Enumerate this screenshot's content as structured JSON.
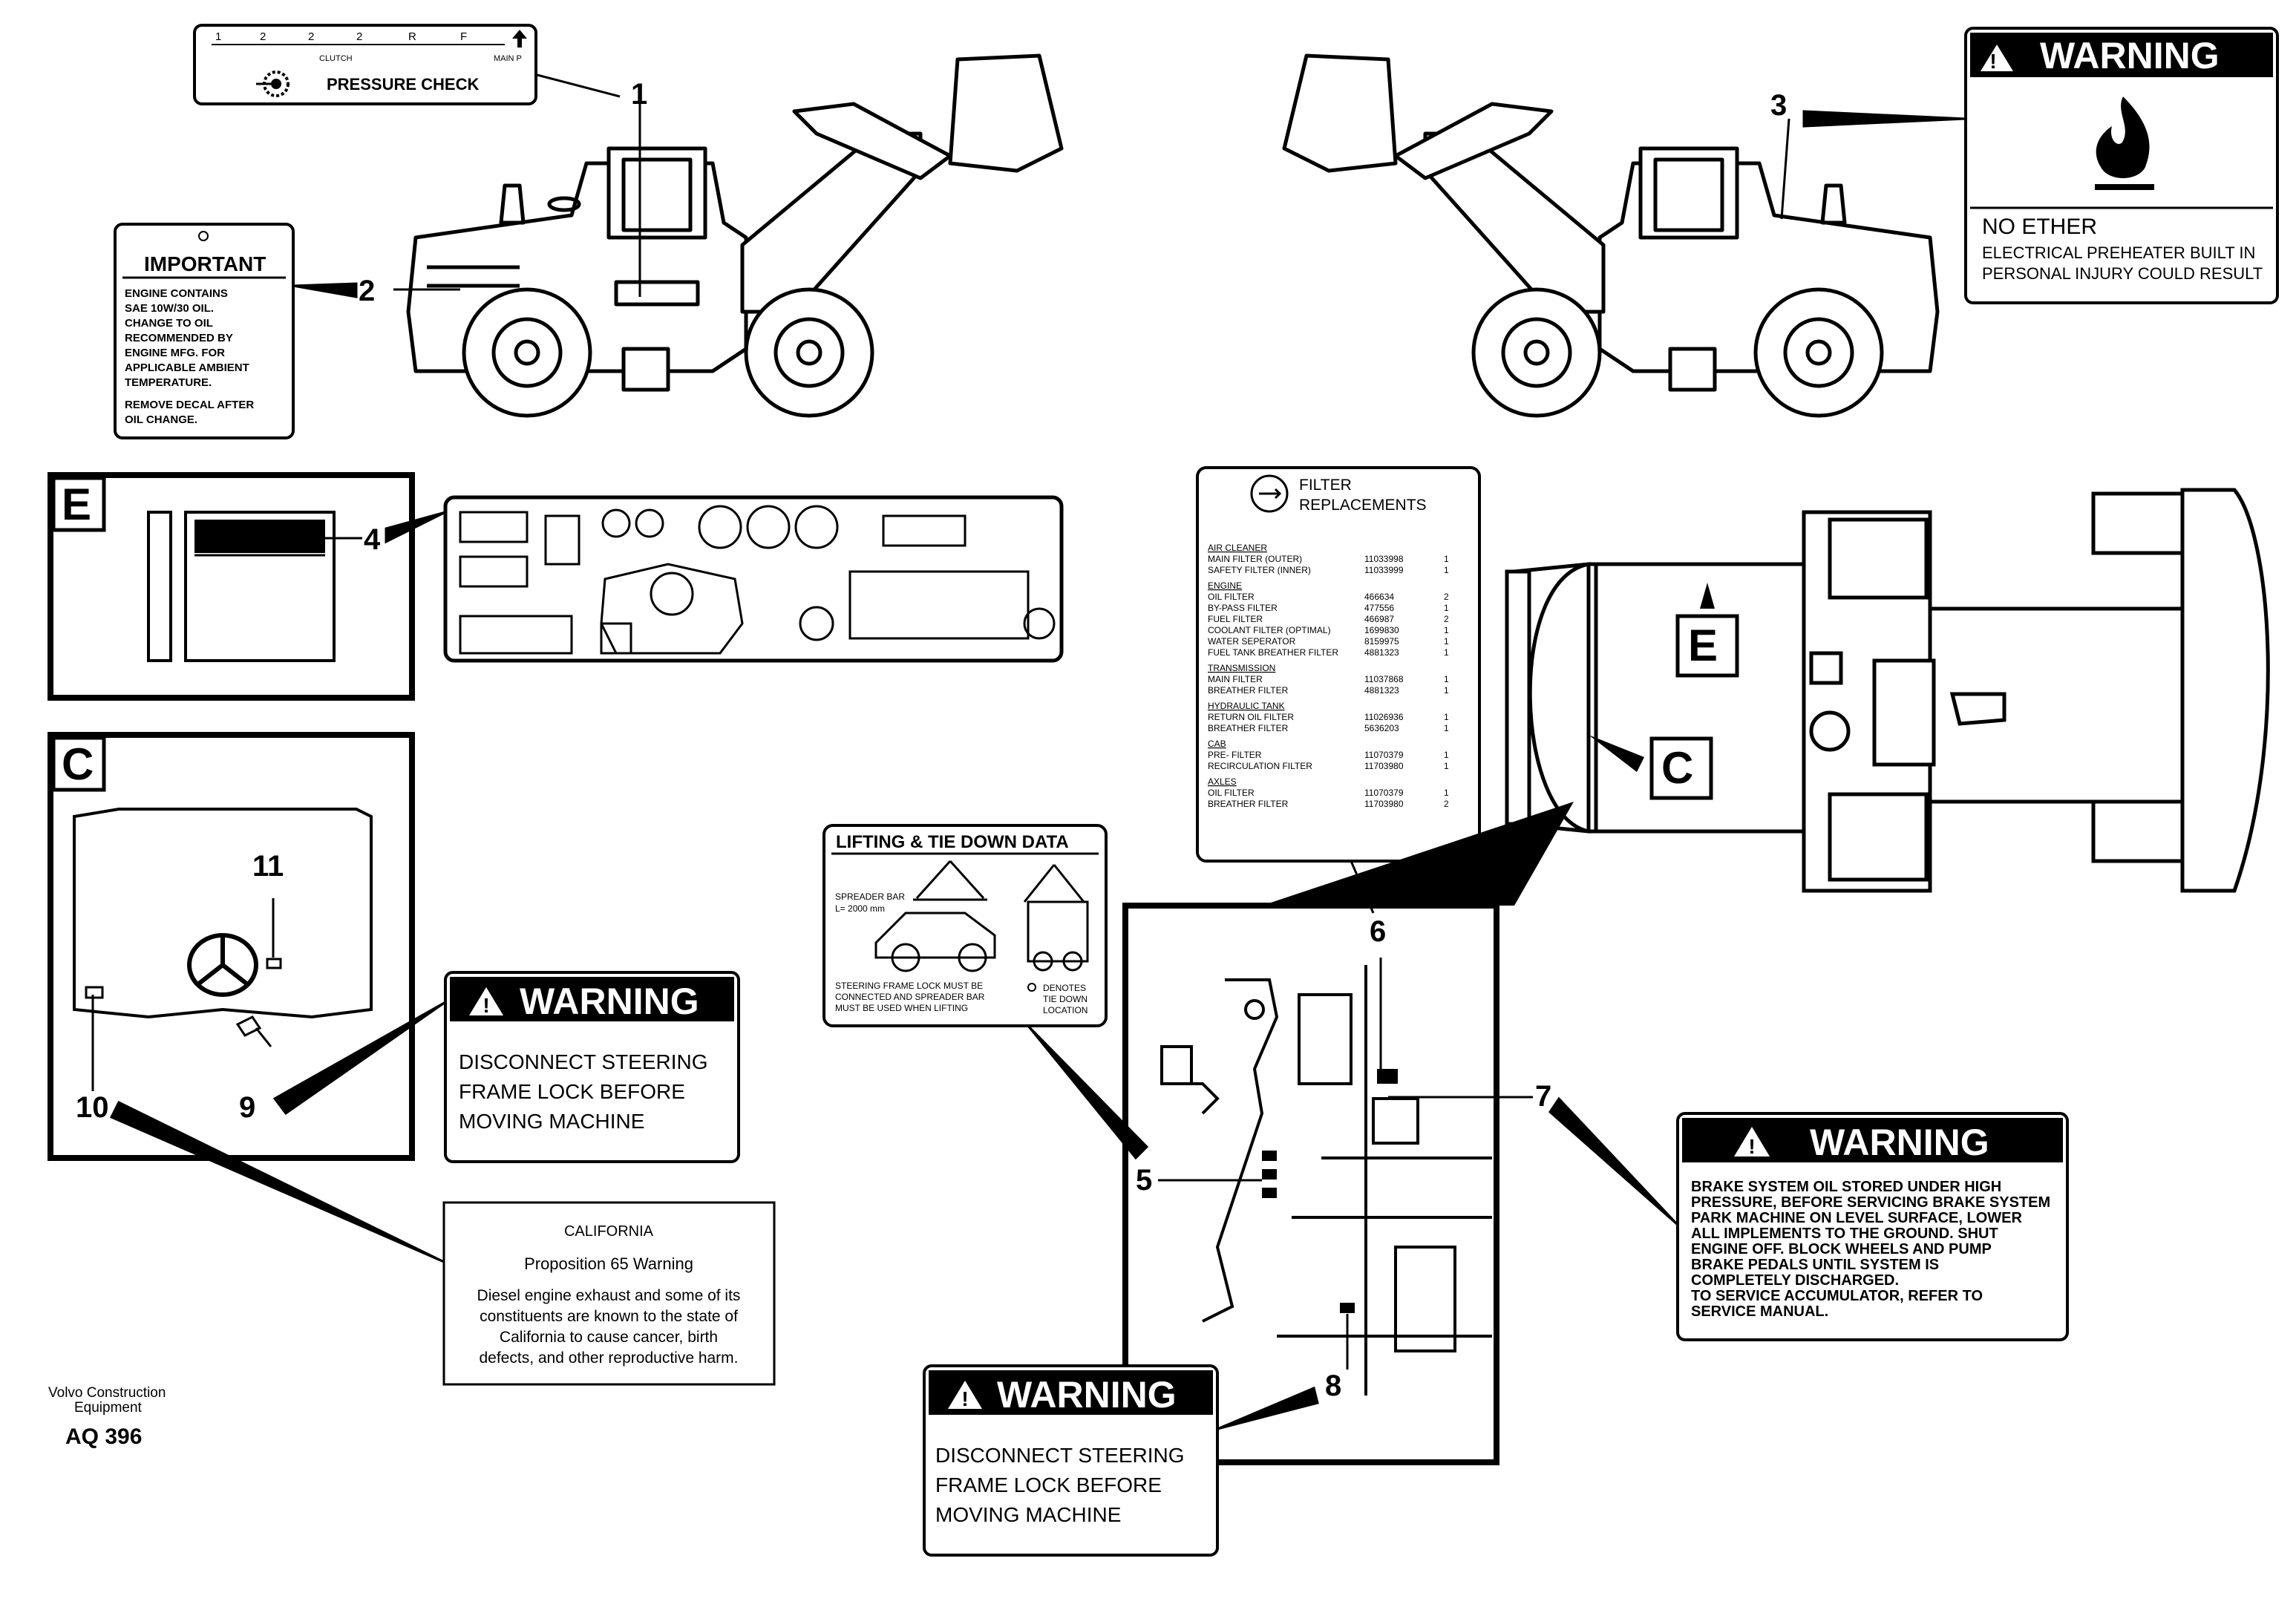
{
  "pressure_decal": {
    "scale": [
      "1",
      "2",
      "2",
      "2",
      "R",
      "F"
    ],
    "clutch": "CLUTCH",
    "main_p": "MAIN P",
    "title": "PRESSURE CHECK"
  },
  "important_decal": {
    "title": "IMPORTANT",
    "lines": [
      "ENGINE CONTAINS",
      "SAE 10W/30 OIL.",
      "CHANGE TO OIL",
      "RECOMMENDED BY",
      "ENGINE MFG. FOR",
      "APPLICABLE AMBIENT",
      "TEMPERATURE.",
      "REMOVE DECAL AFTER",
      "OIL CHANGE."
    ]
  },
  "warning_ether": {
    "title": "WARNING",
    "line1": "NO ETHER",
    "line2": "ELECTRICAL PREHEATER BUILT IN",
    "line3": "PERSONAL INJURY COULD RESULT"
  },
  "filter_decal": {
    "title1": "FILTER",
    "title2": "REPLACEMENTS",
    "rows": [
      {
        "name": "AIR CLEANER",
        "part": "",
        "qty": "",
        "heading": true
      },
      {
        "name": "MAIN FILTER (OUTER)",
        "part": "11033998",
        "qty": "1"
      },
      {
        "name": "SAFETY FILTER (INNER)",
        "part": "11033999",
        "qty": "1"
      },
      {
        "name": "ENGINE",
        "part": "",
        "qty": "",
        "heading": true
      },
      {
        "name": "OIL FILTER",
        "part": "466634",
        "qty": "2"
      },
      {
        "name": "BY-PASS FILTER",
        "part": "477556",
        "qty": "1"
      },
      {
        "name": "FUEL FILTER",
        "part": "466987",
        "qty": "2"
      },
      {
        "name": "COOLANT FILTER (OPTIMAL)",
        "part": "1699830",
        "qty": "1"
      },
      {
        "name": "WATER SEPERATOR",
        "part": "8159975",
        "qty": "1"
      },
      {
        "name": "FUEL TANK BREATHER FILTER",
        "part": "4881323",
        "qty": "1"
      },
      {
        "name": "TRANSMISSION",
        "part": "",
        "qty": "",
        "heading": true
      },
      {
        "name": "MAIN FILTER",
        "part": "11037868",
        "qty": "1"
      },
      {
        "name": "BREATHER FILTER",
        "part": "4881323",
        "qty": "1"
      },
      {
        "name": "HYDRAULIC TANK",
        "part": "",
        "qty": "",
        "heading": true
      },
      {
        "name": "RETURN OIL FILTER",
        "part": "11026936",
        "qty": "1"
      },
      {
        "name": "BREATHER FILTER",
        "part": "5636203",
        "qty": "1"
      },
      {
        "name": "CAB",
        "part": "",
        "qty": "",
        "heading": true
      },
      {
        "name": "PRE- FILTER",
        "part": "11070379",
        "qty": "1"
      },
      {
        "name": "RECIRCULATION FILTER",
        "part": "11703980",
        "qty": "1"
      },
      {
        "name": "AXLES",
        "part": "",
        "qty": "",
        "heading": true
      },
      {
        "name": "OIL FILTER",
        "part": "11070379",
        "qty": "1"
      },
      {
        "name": "BREATHER FILTER",
        "part": "11703980",
        "qty": "2"
      }
    ]
  },
  "lifting_decal": {
    "title": "LIFTING & TIE DOWN DATA",
    "spreader1": "SPREADER BAR",
    "spreader2": "L= 2000 mm",
    "note1": "STEERING FRAME LOCK MUST BE",
    "note2": "CONNECTED AND SPREADER BAR",
    "note3": "MUST BE USED WHEN LIFTING",
    "denotes1": "DENOTES",
    "denotes2": "TIE DOWN",
    "denotes3": "LOCATION"
  },
  "warning_steer_left": {
    "title": "WARNING",
    "line1": "DISCONNECT STEERING",
    "line2": "FRAME LOCK BEFORE",
    "line3": "MOVING MACHINE"
  },
  "warning_steer_bottom": {
    "title": "WARNING",
    "line1": "DISCONNECT STEERING",
    "line2": "FRAME LOCK BEFORE",
    "line3": "MOVING MACHINE"
  },
  "warning_brake": {
    "title": "WARNING",
    "lines": [
      "BRAKE SYSTEM OIL STORED UNDER HIGH",
      "PRESSURE, BEFORE SERVICING BRAKE SYSTEM",
      "PARK MACHINE ON LEVEL SURFACE, LOWER",
      "ALL IMPLEMENTS TO THE GROUND. SHUT",
      "ENGINE OFF. BLOCK WHEELS AND PUMP",
      "BRAKE PEDALS UNTIL SYSTEM IS",
      "COMPLETELY DISCHARGED.",
      "TO SERVICE ACCUMULATOR, REFER TO",
      "SERVICE MANUAL."
    ]
  },
  "california_decal": {
    "title": "CALIFORNIA",
    "subtitle": "Proposition 65 Warning",
    "lines": [
      "Diesel engine exhaust and some of its",
      "constituents are known to the state of",
      "California to cause cancer, birth",
      "defects, and other reproductive harm."
    ]
  },
  "inset_labels": {
    "e": "E",
    "c": "C"
  },
  "callouts": {
    "n1": "1",
    "n2": "2",
    "n3": "3",
    "n4": "4",
    "n5": "5",
    "n6": "6",
    "n7": "7",
    "n8": "8",
    "n9": "9",
    "n10": "10",
    "n11": "11"
  },
  "brand": {
    "line1": "Volvo Construction",
    "line2": "Equipment",
    "code": "AQ 396"
  }
}
